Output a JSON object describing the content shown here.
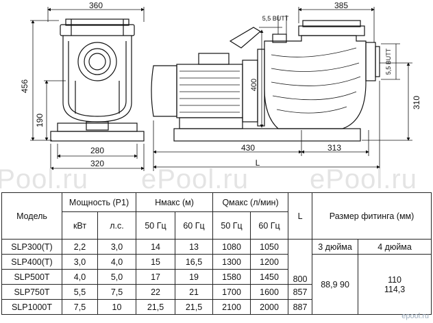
{
  "drawing": {
    "dims": {
      "front_width": "360",
      "front_height": "456",
      "front_axis_height": "190",
      "front_base_inner": "280",
      "front_base_outer": "320",
      "side_top_width": "385",
      "side_port_top": "5,5 BUTT",
      "side_port_right": "5,5 BUTT",
      "side_pipe_height": "400",
      "side_axis_height": "310",
      "side_motor_len": "430",
      "side_pump_len": "313",
      "side_total": "L"
    }
  },
  "watermarks": [
    "ePool.ru",
    "ePool.ru",
    "ePool.ru"
  ],
  "table": {
    "model_header": "Модель",
    "power_header": "Мощность (P1)",
    "power_kw": "кВт",
    "power_hp": "л.с.",
    "hmax_header": "Hмакс (м)",
    "qmax_header": "Qмакс (л/мин)",
    "hz50": "50 Гц",
    "hz60": "60 Гц",
    "l_header": "L",
    "fitting_header": "Размер фитинга (мм)",
    "fitting_3in": "3 дюйма",
    "fitting_4in": "4 дюйма",
    "rows": [
      {
        "model": "SLP300(T)",
        "kw": "2,2",
        "hp": "3,0",
        "h50": "14",
        "h60": "13",
        "q50": "1080",
        "q60": "1050"
      },
      {
        "model": "SLP400(T)",
        "kw": "3,0",
        "hp": "4,0",
        "h50": "15",
        "h60": "16,5",
        "q50": "1300",
        "q60": "1200"
      },
      {
        "model": "SLP500T",
        "kw": "4,0",
        "hp": "5,0",
        "h50": "17",
        "h60": "19",
        "q50": "1580",
        "q60": "1450"
      },
      {
        "model": "SLP750T",
        "kw": "5,5",
        "hp": "7,5",
        "h50": "22",
        "h60": "21",
        "q50": "1700",
        "q60": "1600"
      },
      {
        "model": "SLP1000T",
        "kw": "7,5",
        "hp": "10",
        "h50": "21,5",
        "h60": "21,5",
        "q50": "2100",
        "q60": "2000"
      }
    ],
    "l_values": [
      "800",
      "857",
      "887"
    ],
    "fitting_3in_value": "88,9 90",
    "fitting_4in_value_1": "110",
    "fitting_4in_value_2": "114,3"
  },
  "brand_mark": "epool.ru"
}
